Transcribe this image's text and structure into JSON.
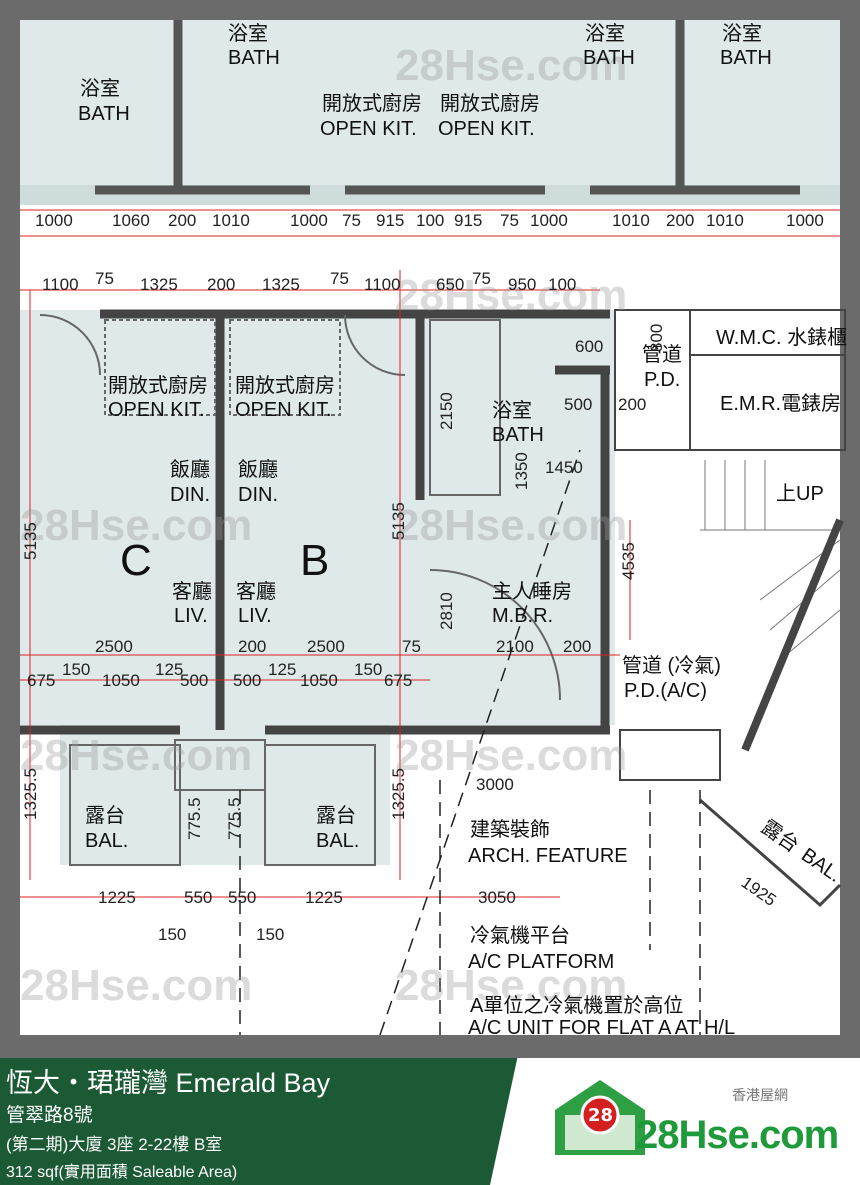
{
  "footer": {
    "title": "恆大・珺瓏灣 Emerald Bay",
    "road": "管翠路8號",
    "unit": "(第二期)大廈 3座 2-22樓 B室",
    "area": "312 sqf(實用面積 Saleable Area)",
    "logo_subtitle": "香港屋網",
    "logo_text": "28Hse.com",
    "logo_badge": "28",
    "background_color": "#1b5a35"
  },
  "plan": {
    "watermark": "28Hse.com",
    "unit_c": "C",
    "unit_b": "B",
    "rooms": {
      "bath_cn": "浴室",
      "bath_en": "BATH",
      "kit_cn": "開放式廚房",
      "kit_en": "OPEN KIT.",
      "din_cn": "飯廳",
      "din_en": "DIN.",
      "liv_cn": "客廳",
      "liv_en": "LIV.",
      "mbr_cn": "主人睡房",
      "mbr_en": "M.B.R.",
      "bal_cn": "露台",
      "bal_en": "BAL.",
      "pd": "管道",
      "pd_en": "P.D.",
      "wmc": "W.M.C. 水錶櫃",
      "emr": "E.M.R.電錶房",
      "up": "上UP",
      "pdac": "管道 (冷氣)",
      "pdac_en": "P.D.(A/C)",
      "arch_cn": "建築裝飾",
      "arch_en": "ARCH. FEATURE",
      "acp_cn": "冷氣機平台",
      "acp_en": "A/C PLATFORM",
      "acu_cn": "A單位之冷氣機置於高位",
      "acu_en": "A/C UNIT FOR FLAT A AT H/L"
    },
    "top_dims": [
      "1000",
      "1060",
      "200",
      "1010",
      "1000",
      "75",
      "915",
      "100",
      "915",
      "75",
      "1000",
      "1010",
      "200",
      "1010",
      "1000"
    ],
    "row2_dims": [
      "1100",
      "75",
      "1325",
      "200",
      "1325",
      "75",
      "1100",
      "650",
      "75",
      "950",
      "100"
    ],
    "mid_dims": [
      "2500",
      "200",
      "2500",
      "75",
      "2100",
      "200"
    ],
    "row3_dims": [
      "675",
      "150",
      "1050",
      "125",
      "500",
      "500",
      "125",
      "1050",
      "150",
      "675"
    ],
    "bottom_dims": [
      "1225",
      "550",
      "550",
      "1225",
      "3050"
    ],
    "misc_dims": [
      "150",
      "150",
      "3000",
      "5135",
      "5135",
      "2150",
      "1350",
      "1450",
      "2810",
      "600",
      "800",
      "200",
      "500",
      "1925",
      "1325.5",
      "1325.5",
      "775.5",
      "775.5",
      "4535"
    ]
  }
}
